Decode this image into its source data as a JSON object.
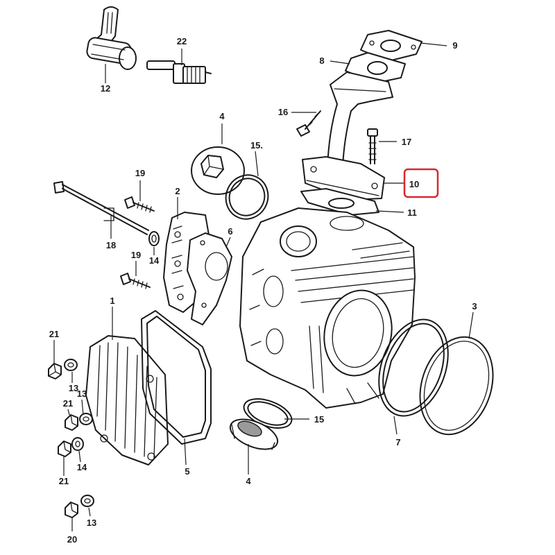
{
  "callouts": [
    {
      "id": "12",
      "label": "12"
    },
    {
      "id": "22",
      "label": "22"
    },
    {
      "id": "9",
      "label": "9"
    },
    {
      "id": "8",
      "label": "8"
    },
    {
      "id": "16",
      "label": "16"
    },
    {
      "id": "17",
      "label": "17"
    },
    {
      "id": "10",
      "label": "10"
    },
    {
      "id": "11",
      "label": "11"
    },
    {
      "id": "4a",
      "label": "4"
    },
    {
      "id": "15a",
      "label": "15."
    },
    {
      "id": "19a",
      "label": "19"
    },
    {
      "id": "2",
      "label": "2"
    },
    {
      "id": "18",
      "label": "18"
    },
    {
      "id": "14a",
      "label": "14"
    },
    {
      "id": "6",
      "label": "6"
    },
    {
      "id": "19b",
      "label": "19"
    },
    {
      "id": "1",
      "label": "1"
    },
    {
      "id": "3",
      "label": "3"
    },
    {
      "id": "21a",
      "label": "21"
    },
    {
      "id": "13a",
      "label": "13"
    },
    {
      "id": "21b",
      "label": "21"
    },
    {
      "id": "13b",
      "label": "13"
    },
    {
      "id": "14b",
      "label": "14"
    },
    {
      "id": "21c",
      "label": "21"
    },
    {
      "id": "15b",
      "label": "15"
    },
    {
      "id": "5",
      "label": "5"
    },
    {
      "id": "4b",
      "label": "4"
    },
    {
      "id": "7",
      "label": "7"
    },
    {
      "id": "20",
      "label": "20"
    },
    {
      "id": "13c",
      "label": "13"
    }
  ],
  "highlight": {
    "target": "10",
    "color": "#d6282e"
  },
  "colors": {
    "ink": "#1a1a1a",
    "background": "#ffffff"
  }
}
